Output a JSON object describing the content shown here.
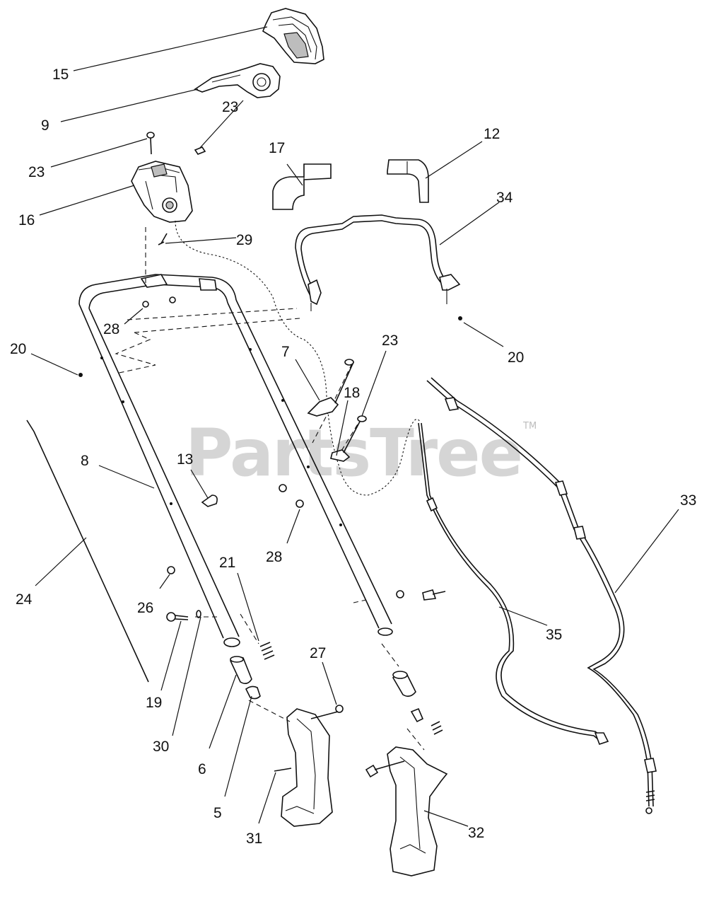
{
  "watermark": {
    "text": "PartsTree",
    "trademark": "TM"
  },
  "callouts": [
    "15",
    "9",
    "23",
    "23",
    "16",
    "29",
    "17",
    "12",
    "34",
    "28",
    "20",
    "20",
    "7",
    "23",
    "18",
    "8",
    "13",
    "28",
    "21",
    "24",
    "26",
    "19",
    "30",
    "6",
    "5",
    "27",
    "31",
    "32",
    "35",
    "33"
  ]
}
